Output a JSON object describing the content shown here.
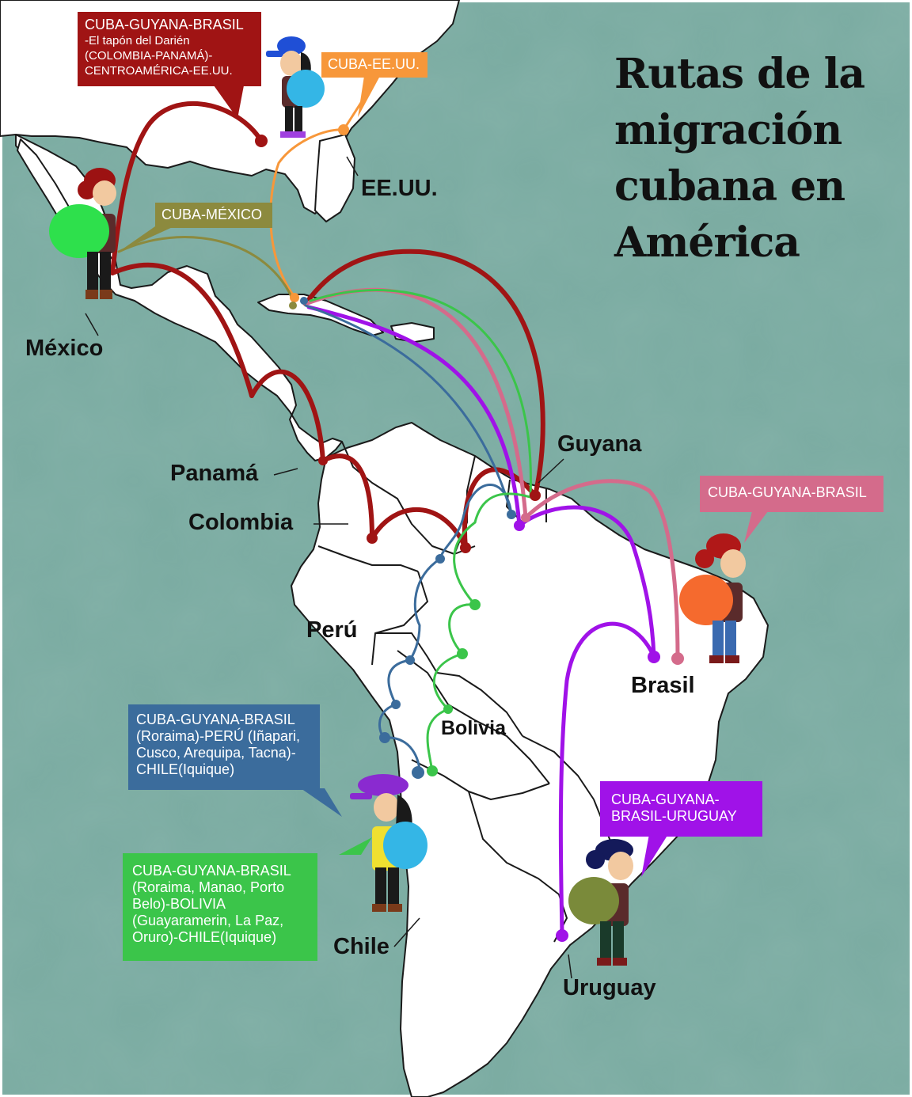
{
  "title": {
    "line1": "Rutas de la",
    "line2": "migración",
    "line3": "cubana en",
    "line4": "América"
  },
  "countries": {
    "eeuu": "EE.UU.",
    "mexico": "México",
    "panama": "Panamá",
    "colombia": "Colombia",
    "peru": "Perú",
    "guyana": "Guyana",
    "brasil": "Brasil",
    "bolivia": "Bolivia",
    "chile": "Chile",
    "uruguay": "Uruguay"
  },
  "routes": [
    {
      "id": "darien",
      "color": "#a01414",
      "title": "CUBA-GUYANA-BRASIL",
      "lines": [
        "-El tapón del Darién",
        "(COLOMBIA-PANAMÁ)-",
        "CENTROAMÉRICA-EE.UU."
      ]
    },
    {
      "id": "eeuu",
      "color": "#f7973a",
      "title": "CUBA-EE.UU.",
      "lines": []
    },
    {
      "id": "mexico",
      "color": "#8c8a3e",
      "title": "CUBA-MÉXICO",
      "lines": []
    },
    {
      "id": "brasil",
      "color": "#d46b8b",
      "title": "CUBA-GUYANA-BRASIL",
      "lines": []
    },
    {
      "id": "peru-chile",
      "color": "#3b6c9c",
      "title": "CUBA-GUYANA-BRASIL",
      "lines": [
        "(Roraima)-PERÚ (Iñapari,",
        "Cusco, Arequipa, Tacna)-",
        "CHILE(Iquique)"
      ]
    },
    {
      "id": "bolivia-chile",
      "color": "#3bc54a",
      "title": "CUBA-GUYANA-BRASIL",
      "lines": [
        "(Roraima, Manao, Porto",
        "Belo)-BOLIVIA",
        "(Guayaramerin, La Paz,",
        "Oruro)-CHILE(Iquique)"
      ]
    },
    {
      "id": "uruguay",
      "color": "#a012e8",
      "title": "CUBA-GUYANA-",
      "lines": [
        "BRASIL-URUGUAY"
      ]
    }
  ],
  "colors": {
    "sea": "#7aaba1",
    "land": "#ffffff",
    "border": "#1a1a1a"
  }
}
